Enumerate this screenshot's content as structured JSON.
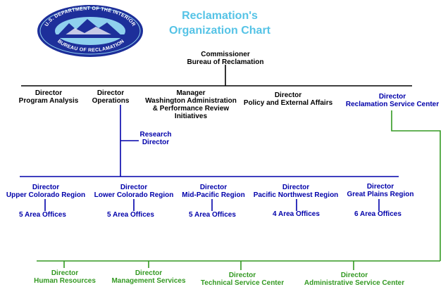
{
  "colors": {
    "black_line": "#000000",
    "blue": "#0000aa",
    "green": "#339922",
    "title": "#55c3e6",
    "seal_blue": "#1d2f9a",
    "seal_inner": "#8fd0ee"
  },
  "seal": {
    "top_text": "U.S. DEPARTMENT OF THE INTERIOR",
    "bottom_text": "BUREAU OF RECLAMATION"
  },
  "title": {
    "line1": "Reclamation's",
    "line2": "Organization Chart"
  },
  "commissioner": {
    "line1": "Commissioner",
    "line2": "Bureau of Reclamation"
  },
  "top_row": [
    {
      "line1": "Director",
      "line2": "Program Analysis"
    },
    {
      "line1": "Director",
      "line2": "Operations"
    },
    {
      "line1": "Manager",
      "line2": "Washington Administration",
      "line3": "& Performance Review",
      "line4": "Initiatives"
    },
    {
      "line1": "Director",
      "line2": "Policy and External Affairs"
    },
    {
      "line1": "Director",
      "line2": "Reclamation Service Center"
    }
  ],
  "research": {
    "line1": "Research",
    "line2": "Director"
  },
  "regions": [
    {
      "line1": "Director",
      "line2": "Upper Colorado Region",
      "offices": "5  Area Offices"
    },
    {
      "line1": "Director",
      "line2": "Lower Colorado Region",
      "offices": "5  Area Offices"
    },
    {
      "line1": "Director",
      "line2": "Mid-Pacific Region",
      "offices": "5  Area Offices"
    },
    {
      "line1": "Director",
      "line2": "Pacific Northwest Region",
      "offices": "4  Area Offices"
    },
    {
      "line1": "Director",
      "line2": "Great Plains Region",
      "offices": "6  Area Offices"
    }
  ],
  "service_center": [
    {
      "line1": "Director",
      "line2": "Human Resources"
    },
    {
      "line1": "Director",
      "line2": "Management Services"
    },
    {
      "line1": "Director",
      "line2": "Technical Service Center"
    },
    {
      "line1": "Director",
      "line2": "Administrative Service Center"
    }
  ]
}
